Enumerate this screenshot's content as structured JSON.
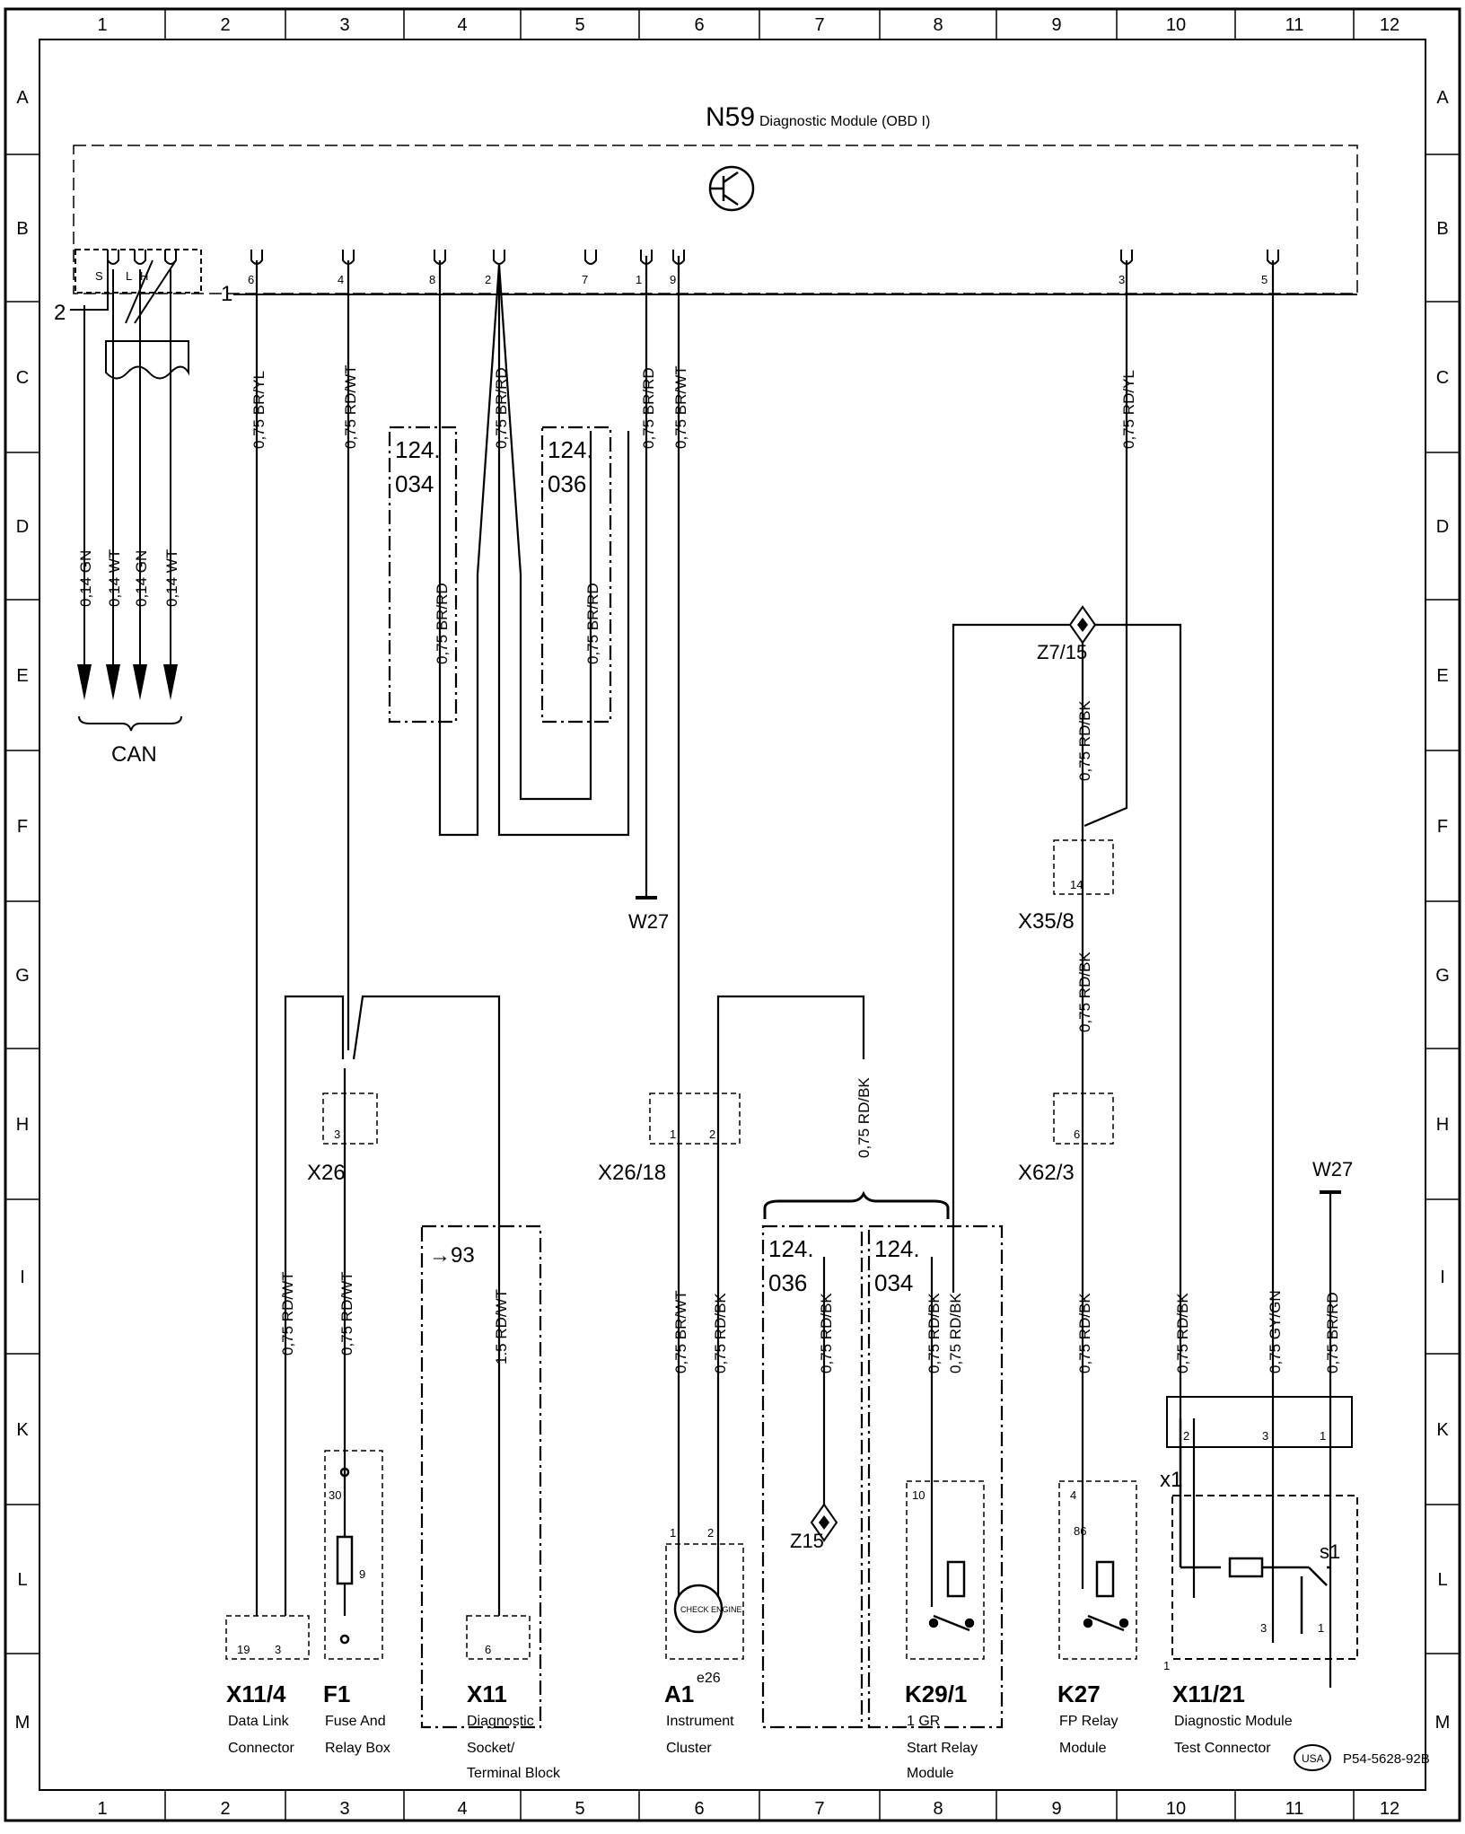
{
  "grid": {
    "columns": [
      "1",
      "2",
      "3",
      "4",
      "5",
      "6",
      "7",
      "8",
      "9",
      "10",
      "11",
      "12"
    ],
    "rows": [
      "A",
      "B",
      "C",
      "D",
      "E",
      "F",
      "G",
      "H",
      "I",
      "K",
      "L",
      "M"
    ]
  },
  "module": {
    "code": "N59",
    "name": "Diagnostic Module (OBD I)",
    "connector_a_label": "1",
    "connector_b_label": "2",
    "pins": {
      "p6": "6",
      "p4": "4",
      "p8": "8",
      "p2": "2",
      "p7": "7",
      "p1": "1",
      "p9": "9",
      "p3": "3",
      "p5": "5"
    },
    "can_pins": [
      "S",
      "L",
      "H"
    ]
  },
  "wires": {
    "w_6": "0,75 BR/YL",
    "w_4": "0,75 RD/WT",
    "w_2": "0,75 BR/RD",
    "w_1": "0,75 BR/RD",
    "w_9": "0,75 BR/WT",
    "w_3": "0,75 RD/YL",
    "w_8b": "0,75 BR/RD",
    "w_7b": "0,75 BR/RD",
    "w_z7": "0,75 RD/BK",
    "w_x35": "0,75 RD/BK",
    "w_x26_18": "0,75 RD/BK",
    "w_x11_4": "0,75 RD/WT",
    "w_x26": "0,75 RD/WT",
    "w_x11": "1.5 RD/WT",
    "w_a1_1": "0,75 BR/WT",
    "w_a1_2": "0,75 RD/BK",
    "w_z15": "0,75 RD/BK",
    "w_k29_a": "0,75 RD/BK",
    "w_k29_b": "0,75 RD/BK",
    "w_k27": "0,75 RD/BK",
    "w_x1_2": "0,75 RD/BK",
    "w_x1_3": "0,75 GY/GN",
    "w_x1_1": "0,75 BR/RD"
  },
  "can": {
    "label": "CAN",
    "wires": [
      "0,14 GN",
      "0,14 WT",
      "0,14 GN",
      "0,14 WT"
    ]
  },
  "options": {
    "opt124_034_top": [
      "124.",
      "034"
    ],
    "opt124_036_top": [
      "124.",
      "036"
    ],
    "opt124_036_bottom": [
      "124.",
      "036"
    ],
    "opt124_034_bottom": [
      "124.",
      "034"
    ],
    "ref93": "→93"
  },
  "components": {
    "z7_15": "Z7/15",
    "w27_a": "W27",
    "w27_b": "W27",
    "x35_8": {
      "code": "X35/8",
      "pin": "14"
    },
    "x62_3": {
      "code": "X62/3",
      "pin": "6"
    },
    "x26": {
      "code": "X26",
      "pin": "3"
    },
    "x26_18": {
      "code": "X26/18",
      "pins": [
        "1",
        "2"
      ]
    },
    "z15": "Z15",
    "x11_4": {
      "code": "X11/4",
      "line1": "Data Link",
      "line2": "Connector",
      "pins": [
        "19",
        "3"
      ]
    },
    "f1": {
      "code": "F1",
      "line1": "Fuse And",
      "line2": "Relay Box",
      "pin_top": "30",
      "fuse": "9"
    },
    "x11": {
      "code": "X11",
      "line1": "Diagnostic",
      "line2": "Socket/",
      "line3": "Terminal Block",
      "pin": "6"
    },
    "a1": {
      "code": "A1",
      "sub": "e26",
      "line1": "Instrument",
      "line2": "Cluster",
      "pins": [
        "1",
        "2"
      ],
      "lamp": "CHECK ENGINE"
    },
    "k29_1": {
      "code": "K29/1",
      "line1": "1 GR",
      "line2": "Start Relay",
      "line3": "Module",
      "pin": "10"
    },
    "k27": {
      "code": "K27",
      "line1": "FP Relay",
      "line2": "Module",
      "pins": [
        "4",
        "86"
      ]
    },
    "x1": {
      "code": "x1",
      "pins": [
        "2",
        "3",
        "1"
      ]
    },
    "x11_21": {
      "code": "X11/21",
      "line1": "Diagnostic Module",
      "line2": "Test Connector",
      "switch": "s1",
      "pins": [
        "3",
        "1"
      ],
      "corner": "1"
    }
  },
  "footer": {
    "region": "USA",
    "ref": "P54-5628-92B"
  }
}
